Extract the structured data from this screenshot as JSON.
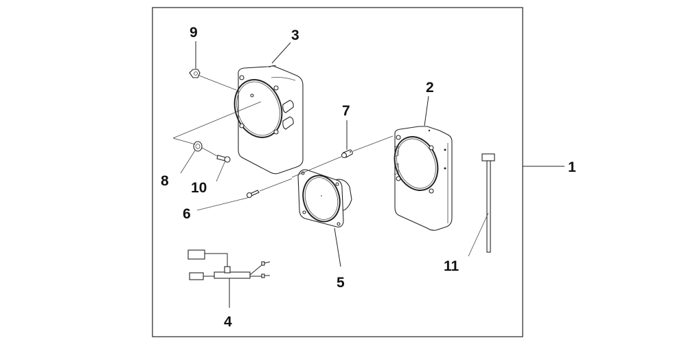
{
  "diagram": {
    "type": "exploded-parts-diagram",
    "subject": "speaker kit",
    "frame_color": "#222222",
    "background": "#ffffff",
    "callouts": [
      {
        "id": "1",
        "label": "1",
        "part": "kit-assembly"
      },
      {
        "id": "2",
        "label": "2",
        "part": "speaker-box-right"
      },
      {
        "id": "3",
        "label": "3",
        "part": "speaker-box-left"
      },
      {
        "id": "4",
        "label": "4",
        "part": "wire-harness"
      },
      {
        "id": "5",
        "label": "5",
        "part": "speaker"
      },
      {
        "id": "6",
        "label": "6",
        "part": "screw"
      },
      {
        "id": "7",
        "label": "7",
        "part": "collar"
      },
      {
        "id": "8",
        "label": "8",
        "part": "washer"
      },
      {
        "id": "9",
        "label": "9",
        "part": "nut"
      },
      {
        "id": "10",
        "label": "10",
        "part": "bolt"
      },
      {
        "id": "11",
        "label": "11",
        "part": "cable-tie"
      }
    ]
  }
}
